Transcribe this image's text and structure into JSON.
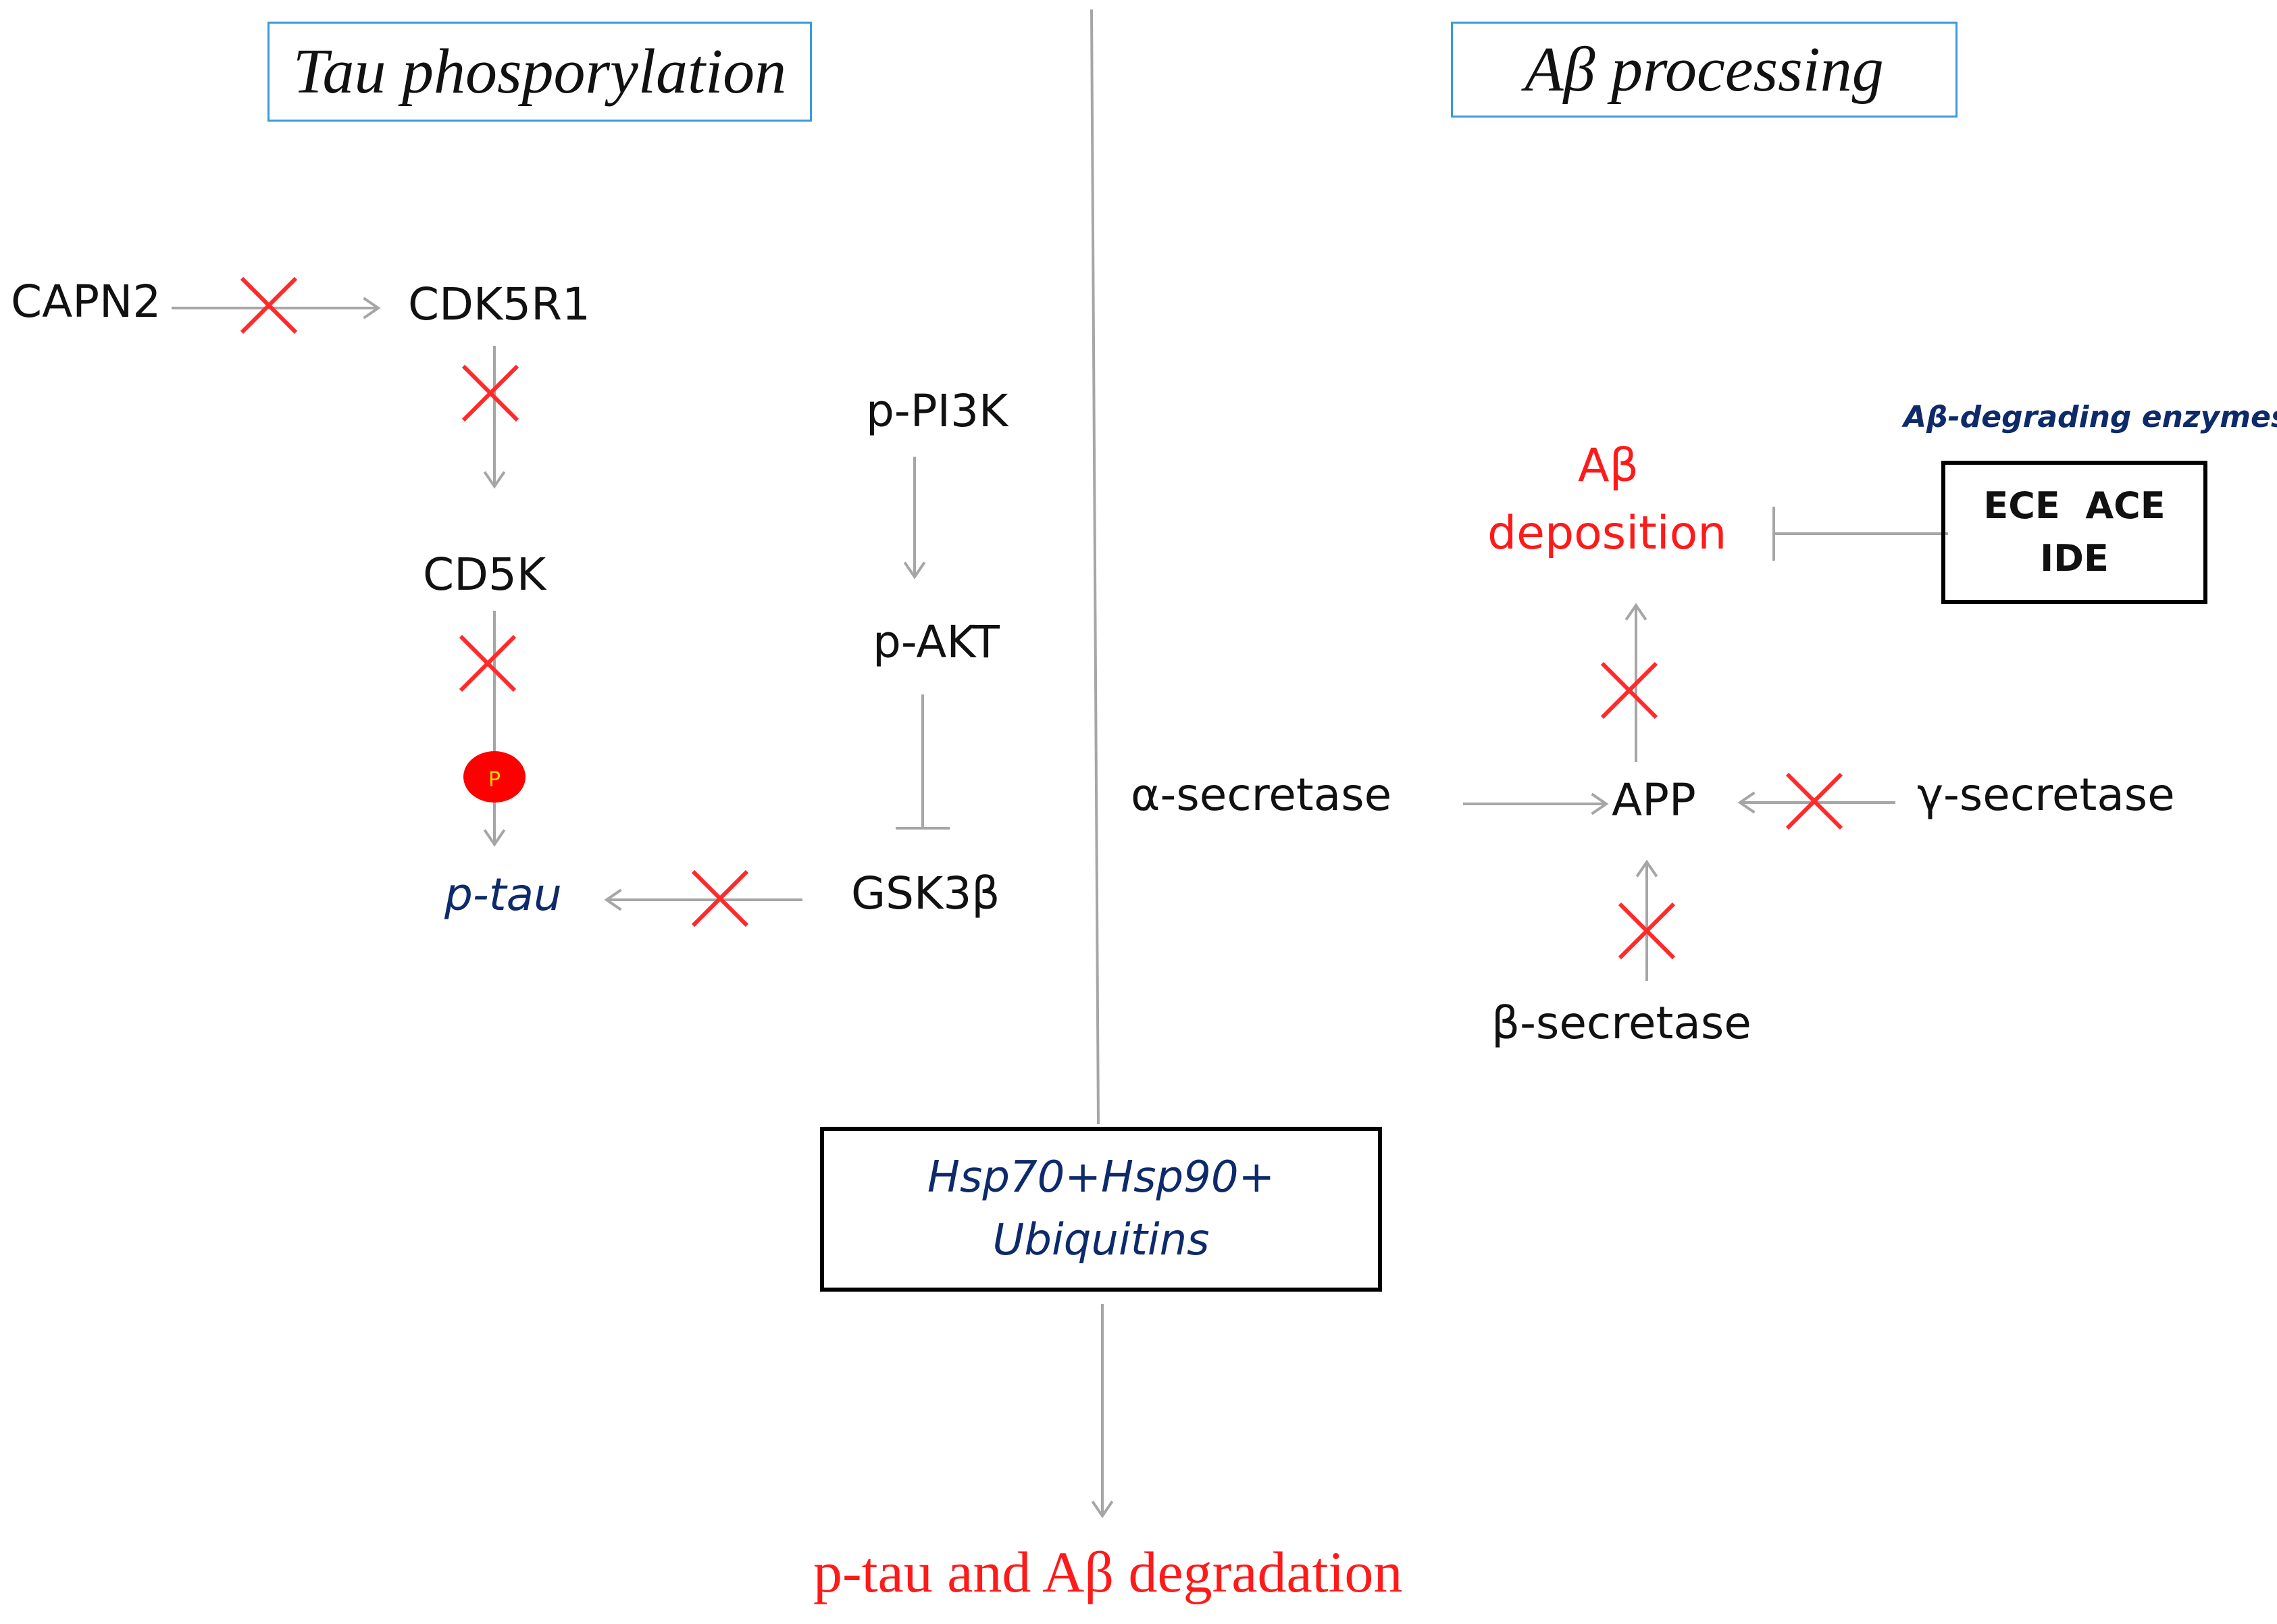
{
  "colors": {
    "arrow": "#a6a6a6",
    "cross": "#ff2a2a",
    "text_black": "#111111",
    "text_red": "#ff1a1a",
    "text_navy": "#0d2a6b",
    "title_border": "#3a9bd6",
    "box_border": "#000000",
    "phospho_fill": "#ff0000",
    "phospho_text": "#ffd400"
  },
  "titles": {
    "tau": "Tau phosporylation",
    "abeta": "Aβ processing"
  },
  "tau_pathway": {
    "capn2": "CAPN2",
    "cdk5r1": "CDK5R1",
    "cd5k": "CD5K",
    "phospho_badge": "P",
    "ptau": "p-tau",
    "pi3k": "p-PI3K",
    "akt": "p-AKT",
    "gsk3b": "GSK3β"
  },
  "abeta_pathway": {
    "enzymes_caption": "Aβ-degrading enzymes",
    "enzymes_line1": "ECE  ACE",
    "enzymes_line2": "IDE",
    "deposition_line1": "Aβ",
    "deposition_line2": "deposition",
    "alpha": "α-secretase",
    "app": "APP",
    "gamma": "γ-secretase",
    "beta": "β-secretase"
  },
  "degradation": {
    "box_line1": "Hsp70+Hsp90+",
    "box_line2": "Ubiquitins",
    "result": "p-tau and Aβ degradation"
  }
}
